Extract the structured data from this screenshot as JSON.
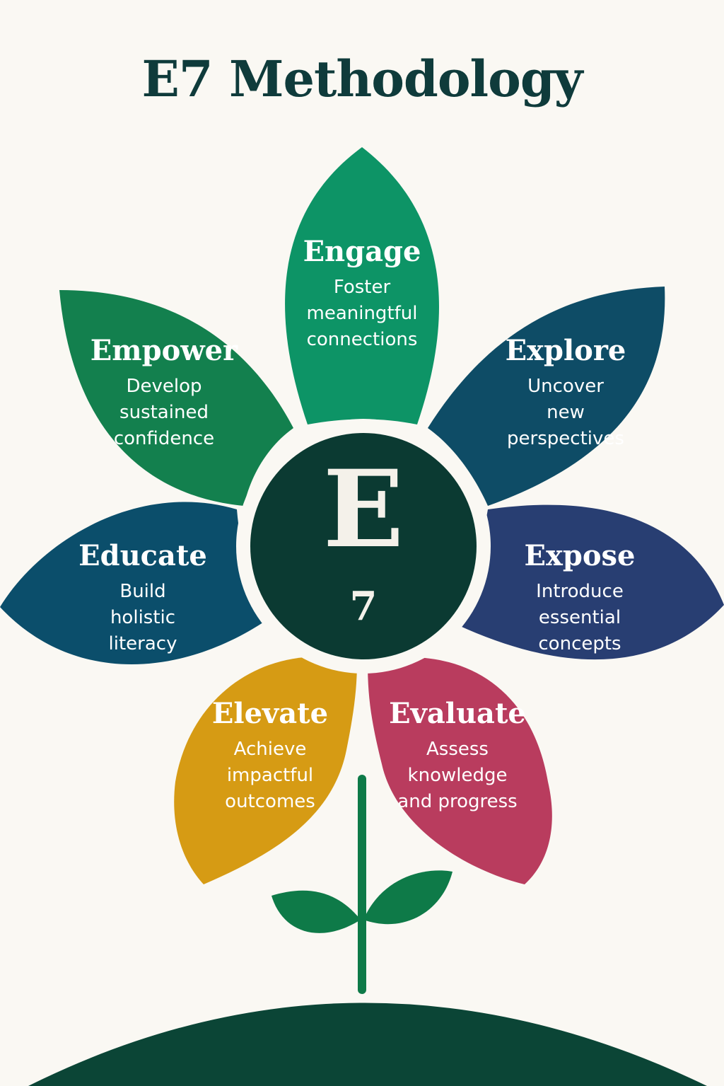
{
  "title": "E7 Methodology",
  "center": {
    "letter": "E",
    "number": "7"
  },
  "colors": {
    "background": "#faf8f3",
    "title": "#0f3b3b",
    "center_circle": "#0b3a32",
    "ground": "#0b4536",
    "stem": "#0e7a48",
    "leaves": "#0e7a48"
  },
  "petals": [
    {
      "name": "Engage",
      "description": [
        "Foster",
        "meaningtful",
        "connections"
      ],
      "color": "#0d9466"
    },
    {
      "name": "Explore",
      "description": [
        "Uncover",
        "new",
        "perspectives"
      ],
      "color": "#0e4c66"
    },
    {
      "name": "Expose",
      "description": [
        "Introduce",
        "essential",
        "concepts"
      ],
      "color": "#283e72"
    },
    {
      "name": "Evaluate",
      "description": [
        "Assess",
        "knowledge",
        "and progress"
      ],
      "color": "#b93c5e"
    },
    {
      "name": "Elevate",
      "description": [
        "Achieve",
        "impactful",
        "outcomes"
      ],
      "color": "#d69b14"
    },
    {
      "name": "Educate",
      "description": [
        "Build",
        "holistic",
        "literacy"
      ],
      "color": "#0b4e6b"
    },
    {
      "name": "Empower",
      "description": [
        "Develop",
        "sustained",
        "confidence"
      ],
      "color": "#13804e"
    }
  ]
}
